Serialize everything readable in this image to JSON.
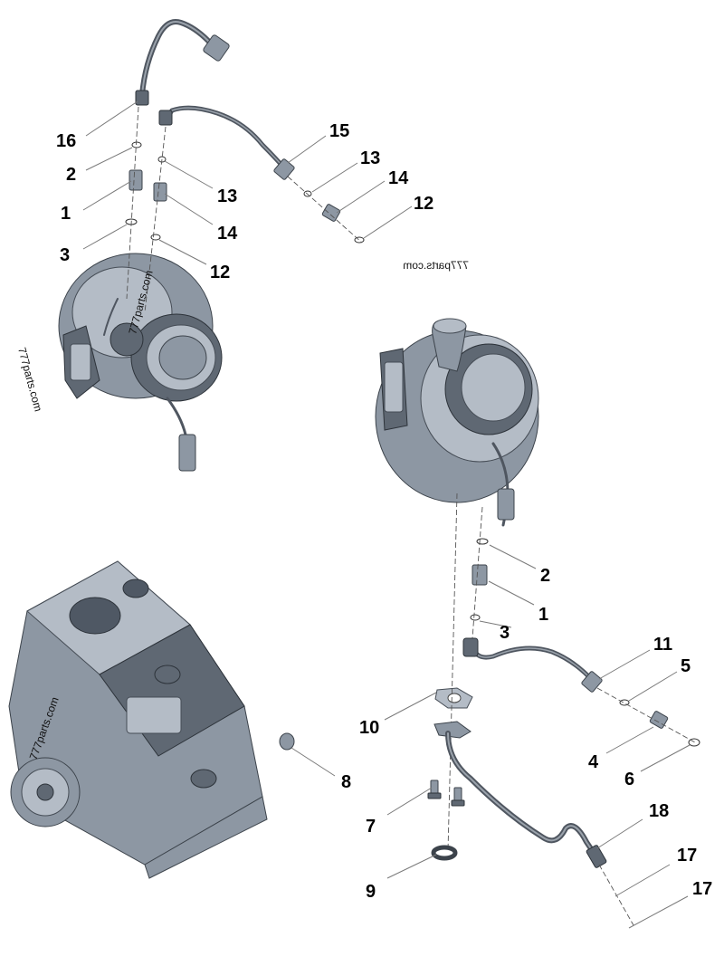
{
  "diagram": {
    "callouts": [
      {
        "id": "c16a",
        "text": "16"
      },
      {
        "id": "c2a",
        "text": "2"
      },
      {
        "id": "c1a",
        "text": "1"
      },
      {
        "id": "c3a",
        "text": "3"
      },
      {
        "id": "c15",
        "text": "15"
      },
      {
        "id": "c13a",
        "text": "13"
      },
      {
        "id": "c14a",
        "text": "14"
      },
      {
        "id": "c12a",
        "text": "12"
      },
      {
        "id": "c13b",
        "text": "13"
      },
      {
        "id": "c14b",
        "text": "14"
      },
      {
        "id": "c12b",
        "text": "12"
      },
      {
        "id": "c2b",
        "text": "2"
      },
      {
        "id": "c1b",
        "text": "1"
      },
      {
        "id": "c3b",
        "text": "3"
      },
      {
        "id": "c11",
        "text": "11"
      },
      {
        "id": "c5",
        "text": "5"
      },
      {
        "id": "c10",
        "text": "10"
      },
      {
        "id": "c4",
        "text": "4"
      },
      {
        "id": "c6",
        "text": "6"
      },
      {
        "id": "c8",
        "text": "8"
      },
      {
        "id": "c7",
        "text": "7"
      },
      {
        "id": "c18",
        "text": "18"
      },
      {
        "id": "c9",
        "text": "9"
      },
      {
        "id": "c17a",
        "text": "17"
      },
      {
        "id": "c17b",
        "text": "17"
      }
    ],
    "watermarks": [
      {
        "id": "wm1",
        "text": "777parts.com"
      },
      {
        "id": "wm2",
        "text": "777parts.com"
      },
      {
        "id": "wm3",
        "text": "777parts.com"
      },
      {
        "id": "wm4",
        "text": "777parts.com"
      }
    ]
  }
}
